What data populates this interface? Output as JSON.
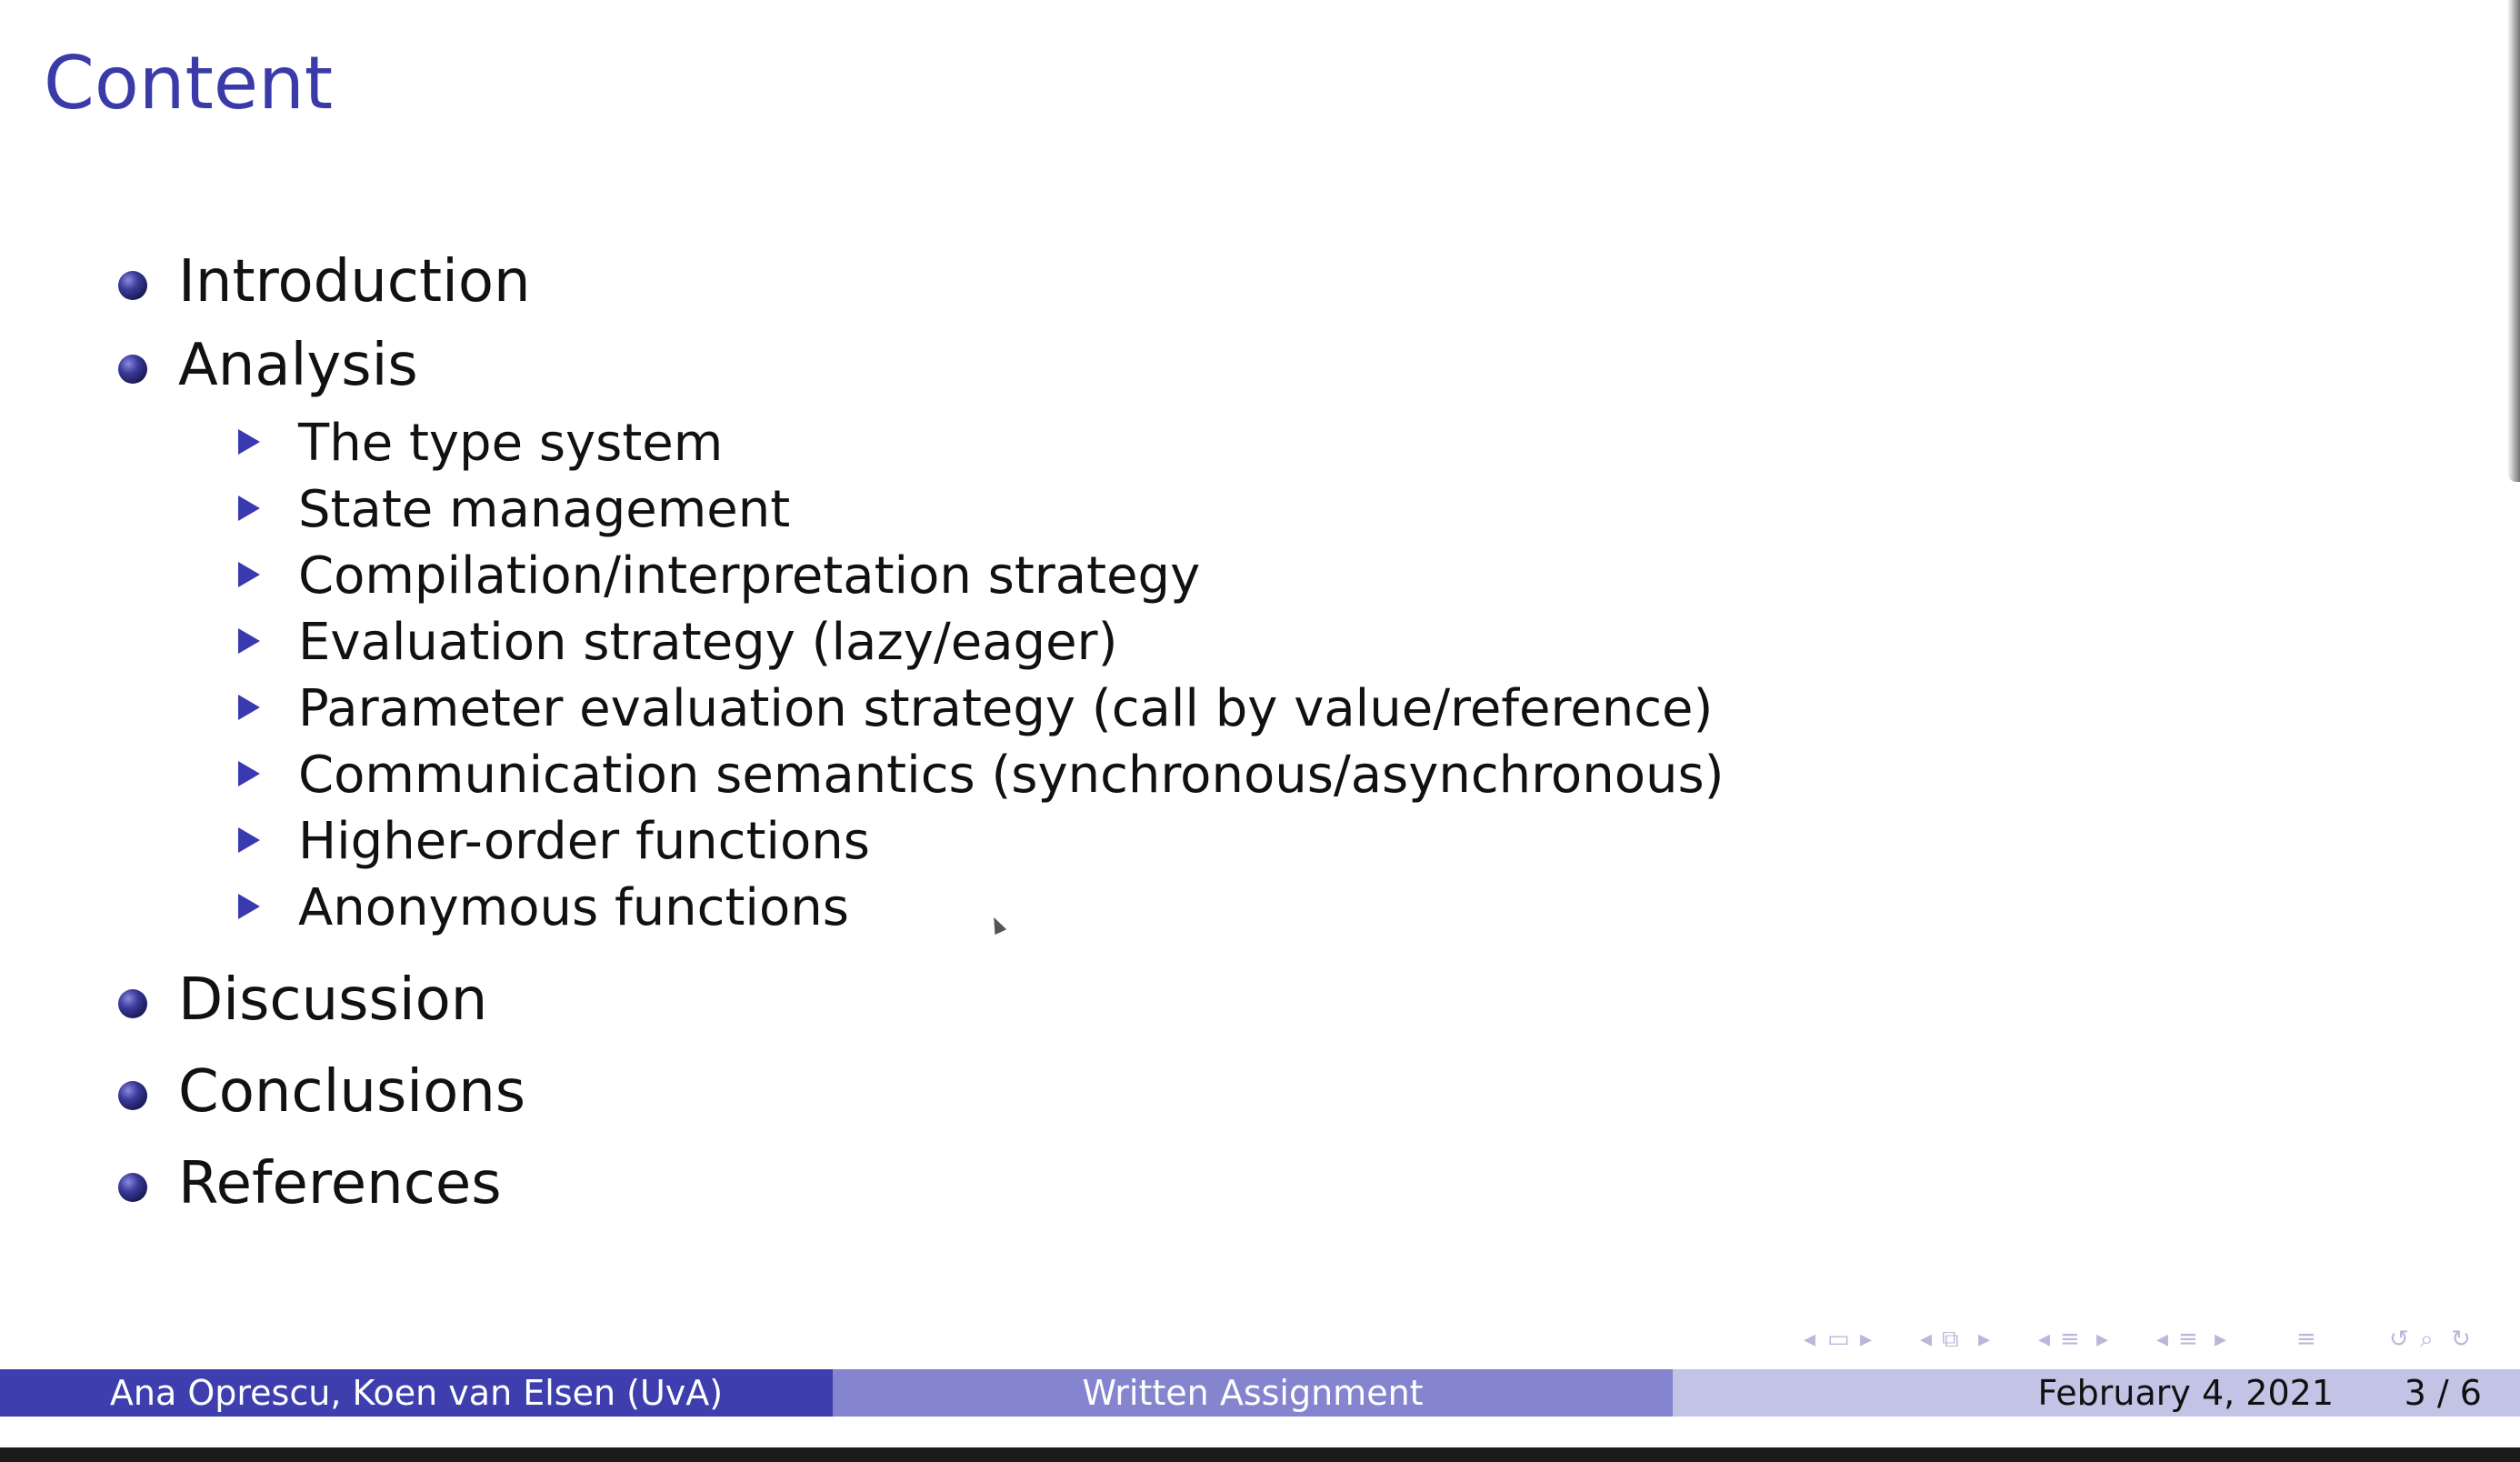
{
  "frame": {
    "title": "Content"
  },
  "outline": [
    {
      "label": "Introduction",
      "level": 1
    },
    {
      "label": "Analysis",
      "level": 1
    },
    {
      "label": "The type system",
      "level": 2
    },
    {
      "label": "State management",
      "level": 2
    },
    {
      "label": "Compilation/interpretation strategy",
      "level": 2
    },
    {
      "label": "Evaluation strategy (lazy/eager)",
      "level": 2
    },
    {
      "label": "Parameter evaluation strategy (call by value/reference)",
      "level": 2
    },
    {
      "label": "Communication semantics (synchronous/asynchronous)",
      "level": 2
    },
    {
      "label": "Higher-order functions",
      "level": 2
    },
    {
      "label": "Anonymous functions",
      "level": 2
    },
    {
      "label": "Discussion",
      "level": 1
    },
    {
      "label": "Conclusions",
      "level": 1
    },
    {
      "label": "References",
      "level": 1
    }
  ],
  "footer": {
    "author": "Ana Oprescu, Koen van Elsen  (UvA)",
    "title": "Written Assignment",
    "date": "February 4, 2021",
    "page": "3 / 6"
  },
  "navigation": {
    "icons": [
      "nav-slide-left-icon",
      "nav-slide-icon",
      "nav-slide-right-icon",
      "nav-frame-left-icon",
      "nav-frame-icon",
      "nav-frame-right-icon",
      "nav-subsection-left-icon",
      "nav-subsection-icon",
      "nav-subsection-right-icon",
      "nav-section-left-icon",
      "nav-section-icon",
      "nav-section-right-icon",
      "nav-document-icon",
      "nav-back-icon",
      "nav-search-icon",
      "nav-forward-icon"
    ]
  },
  "colors": {
    "title": "#3a3aa8",
    "footer_author_bg": "#3e3eaf",
    "footer_title_bg": "#8585cf",
    "footer_date_bg": "#c3c3e6"
  }
}
